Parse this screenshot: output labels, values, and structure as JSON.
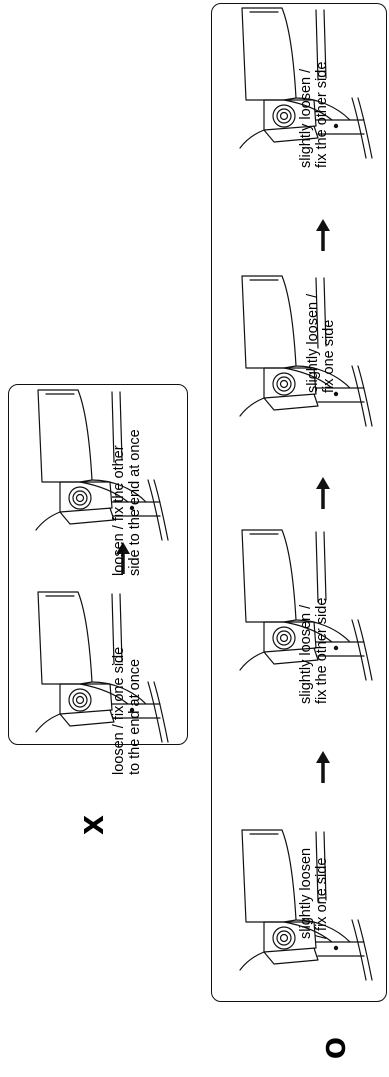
{
  "marks": {
    "wrong": "X",
    "correct": "O"
  },
  "wrong_panel": {
    "step1": {
      "line1": "loosen / fix one side",
      "line2": "to the end at once"
    },
    "step2": {
      "line1": "loosen / fix the other",
      "line2": "side to the end at once"
    }
  },
  "correct_panel": {
    "step1": {
      "line1": "slightly loosen",
      "line2": "/ fix one side"
    },
    "step2": {
      "line1": "slightly loosen /",
      "line2": "fix the other side"
    },
    "step3": {
      "line1": "slightly loosen /",
      "line2": "fix one side"
    },
    "step4": {
      "line1": "slightly loosen /",
      "line2": "fix the other side"
    }
  },
  "colors": {
    "line": "#111111",
    "background": "#ffffff"
  },
  "icons": [
    "monitor-bracket-illustration",
    "arrow-icon"
  ]
}
